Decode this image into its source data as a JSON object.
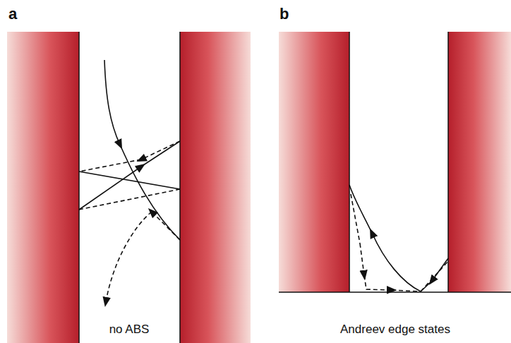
{
  "diagram": {
    "labels": [
      "a",
      "b",
      "no ABS",
      "Andreev edge states"
    ]
  }
}
